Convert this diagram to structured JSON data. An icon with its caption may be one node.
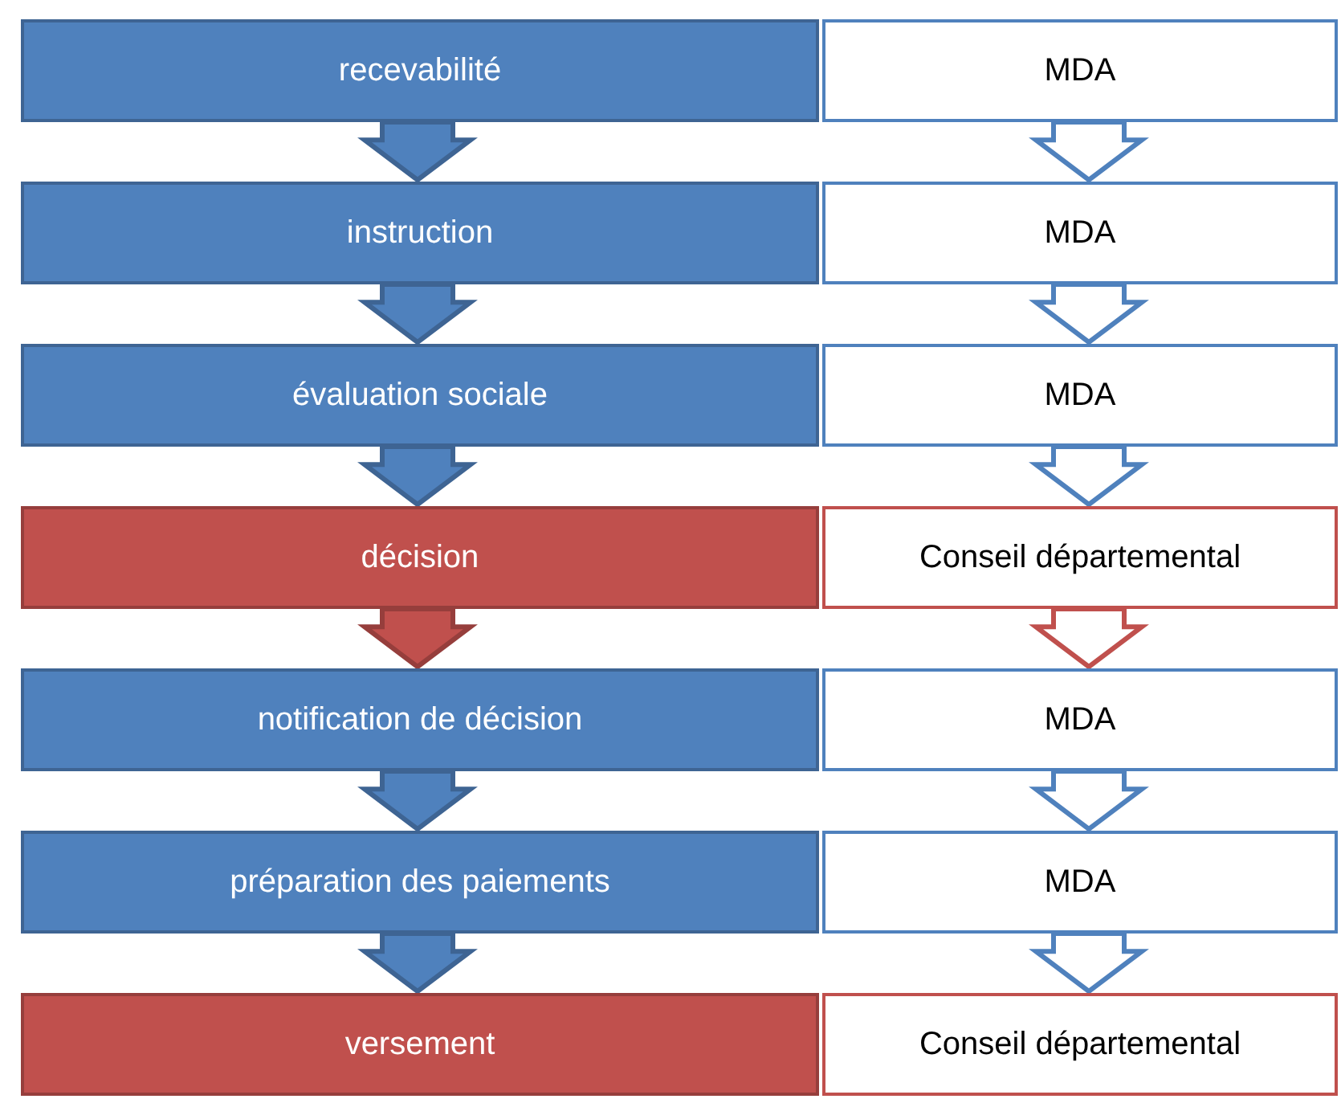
{
  "diagram": {
    "nodes": [
      {
        "text": [
          "recevabilité"
        ]
      },
      {
        "text": [
          "MDA"
        ]
      },
      {
        "text": [
          "instruction"
        ]
      },
      {
        "text": [
          "MDA"
        ]
      },
      {
        "text": [
          "évaluation sociale"
        ]
      },
      {
        "text": [
          "MDA"
        ]
      },
      {
        "text": [
          "décision"
        ]
      },
      {
        "text": [
          "Conseil départemental"
        ]
      },
      {
        "text": [
          "notification de décision"
        ]
      },
      {
        "text": [
          "MDA"
        ]
      },
      {
        "text": [
          "préparation des paiements"
        ]
      },
      {
        "text": [
          "MDA"
        ]
      },
      {
        "text": [
          "versement"
        ]
      },
      {
        "text": [
          "Conseil départemental"
        ]
      }
    ],
    "edges": [
      {
        "from": 0,
        "to": 2,
        "arrow": "to"
      },
      {
        "from": 1,
        "to": 3,
        "arrow": "to"
      },
      {
        "from": 2,
        "to": 4,
        "arrow": "to"
      },
      {
        "from": 3,
        "to": 5,
        "arrow": "to"
      },
      {
        "from": 4,
        "to": 6,
        "arrow": "to"
      },
      {
        "from": 5,
        "to": 7,
        "arrow": "to"
      },
      {
        "from": 6,
        "to": 8,
        "arrow": "to",
        "color": "#c0504d"
      },
      {
        "from": 7,
        "to": 9,
        "arrow": "to",
        "color": "#c0504d"
      },
      {
        "from": 8,
        "to": 10,
        "arrow": "to"
      },
      {
        "from": 9,
        "to": 11,
        "arrow": "to"
      },
      {
        "from": 10,
        "to": 12,
        "arrow": "to"
      },
      {
        "from": 11,
        "to": 13,
        "arrow": "to"
      }
    ]
  }
}
